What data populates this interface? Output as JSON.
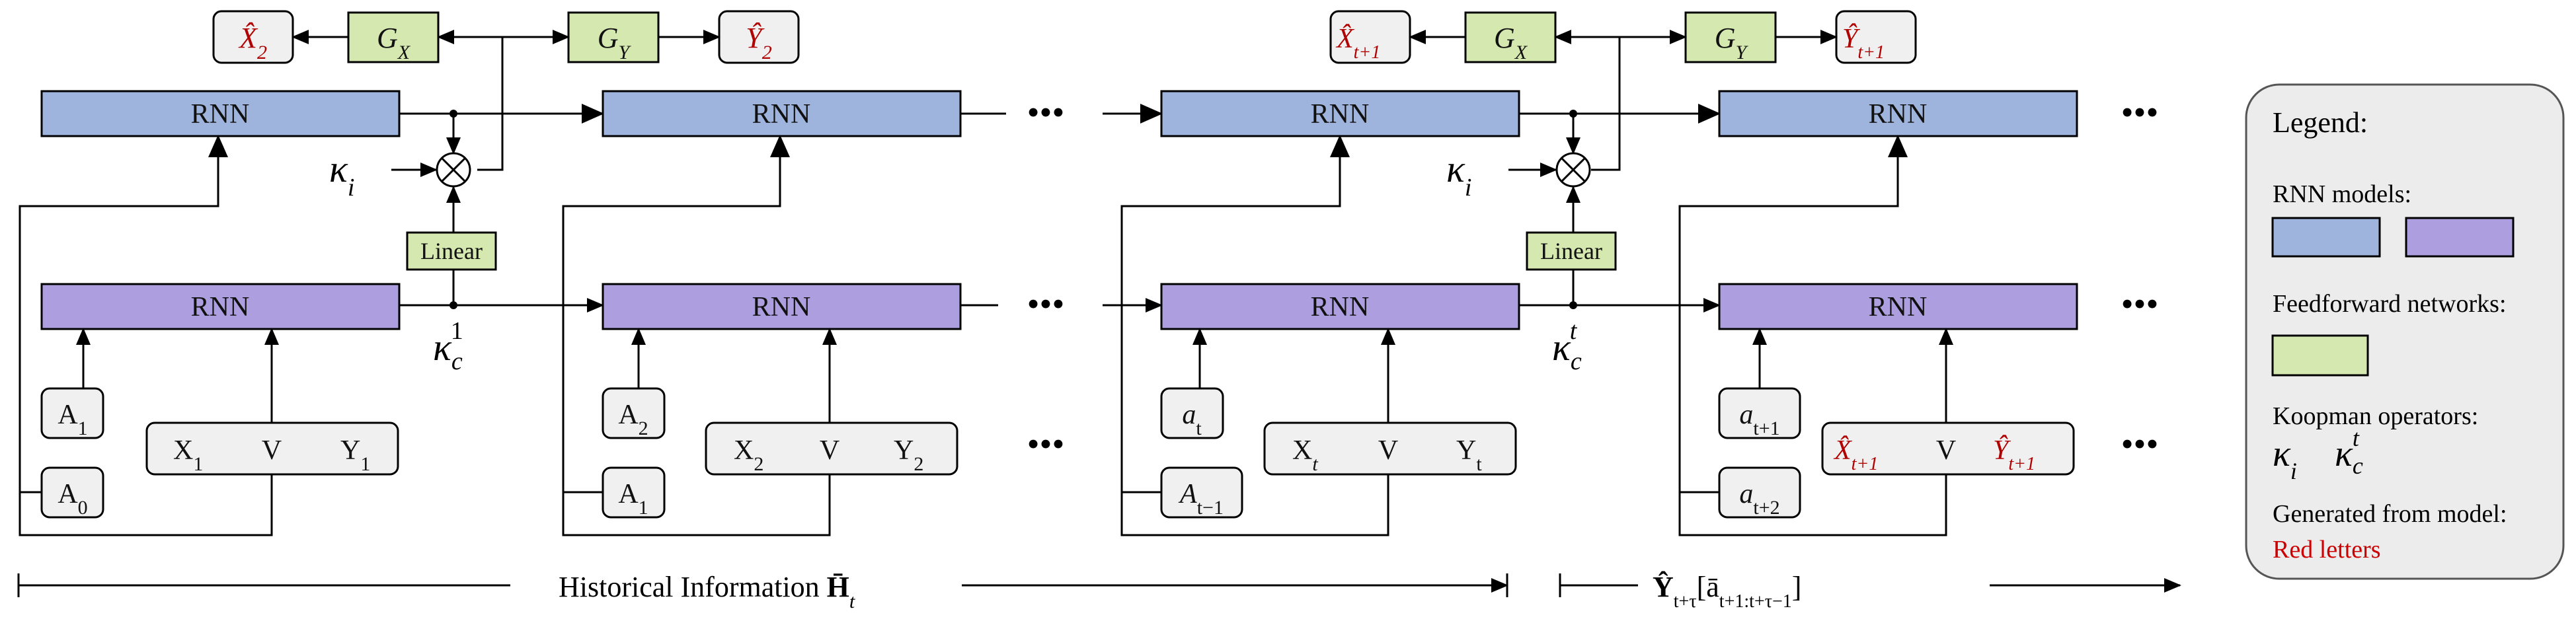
{
  "colors": {
    "rnn_blue": "#9fb4dc",
    "rnn_purple": "#ad9fdf",
    "ff_green": "#d5e8b0",
    "input_box": "#f0f0f0",
    "legend_bg": "#ececec",
    "red_text": "#cc0000",
    "stroke": "#000000"
  },
  "labels": {
    "rnn": "RNN",
    "linear": "Linear",
    "dots": "•••",
    "gx_g": "G",
    "gx_sub": "X",
    "gy_g": "G",
    "gy_sub": "Y",
    "kappa": "κ",
    "kappa_i_sub": "i",
    "kappa_c_sub": "c",
    "kappa_c_sup_1": "1",
    "kappa_c_sup_t": "t",
    "otimes": "⊗"
  },
  "step1": {
    "xhat": "X̂",
    "xhat_sub": "2",
    "yhat": "Ŷ",
    "yhat_sub": "2",
    "a_prev": "A",
    "a_prev_sub": "0",
    "a_cur": "A",
    "a_cur_sub": "1",
    "x": "X",
    "x_sub": "1",
    "v": "V",
    "y": "Y",
    "y_sub": "1"
  },
  "step2": {
    "a_prev": "A",
    "a_prev_sub": "1",
    "a_cur": "A",
    "a_cur_sub": "2",
    "x": "X",
    "x_sub": "2",
    "v": "V",
    "y": "Y",
    "y_sub": "2"
  },
  "step3": {
    "xhat": "X̂",
    "xhat_sub": "t+1",
    "yhat": "Ŷ",
    "yhat_sub": "t+1",
    "a_prev": "A",
    "a_prev_sub": "t−1",
    "a_cur": "a",
    "a_cur_sub": "t",
    "x": "X",
    "x_sub": "t",
    "v": "V",
    "y": "Y",
    "y_sub": "t"
  },
  "step4": {
    "a_prev": "a",
    "a_prev_sub": "t+2",
    "a_cur": "a",
    "a_cur_sub": "t+1",
    "x": "X̂",
    "x_sub": "t+1",
    "v": "V",
    "y": "Ŷ",
    "y_sub": "t+1"
  },
  "bottom": {
    "historical_label": "Historical Information ",
    "historical_sym": "H̄",
    "historical_sub": "t",
    "forecast_sym": "Ŷ",
    "forecast_sub": "t+τ",
    "forecast_bracket": "[ā",
    "forecast_range": "t+1:t+τ−1",
    "forecast_close": "]"
  },
  "legend": {
    "title": "Legend:",
    "rnn_models": "RNN models:",
    "feedforward": "Feedforward networks:",
    "koopman": "Koopman operators:",
    "generated": "Generated from model:",
    "red_letters": "Red letters"
  }
}
